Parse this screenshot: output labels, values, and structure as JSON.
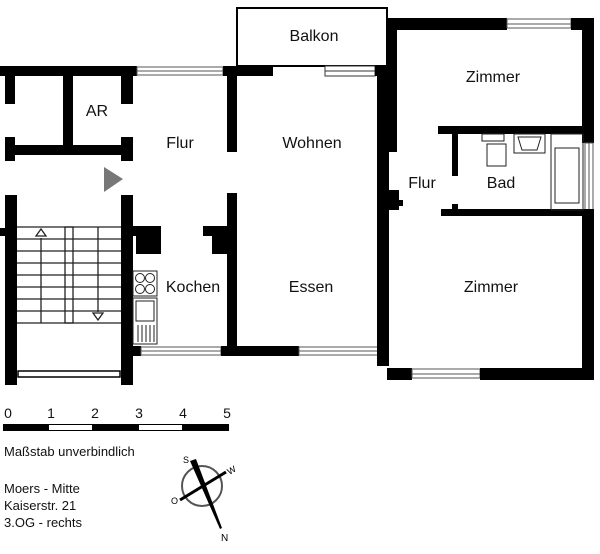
{
  "rooms": {
    "balkon": "Balkon",
    "ar": "AR",
    "flur_left": "Flur",
    "wohnen": "Wohnen",
    "zimmer_top": "Zimmer",
    "flur_right": "Flur",
    "bad": "Bad",
    "kochen": "Kochen",
    "essen": "Essen",
    "zimmer_bottom": "Zimmer"
  },
  "scale": {
    "ticks": [
      "0",
      "1",
      "2",
      "3",
      "4",
      "5"
    ],
    "unit_note": "Maßstab unverbindlich"
  },
  "compass": {
    "labels": {
      "north": "N",
      "south": "S",
      "east": "O",
      "west": "W"
    }
  },
  "address": {
    "line1": "Moers - Mitte",
    "line2": "Kaiserstr. 21",
    "line3": "3.OG - rechts"
  }
}
